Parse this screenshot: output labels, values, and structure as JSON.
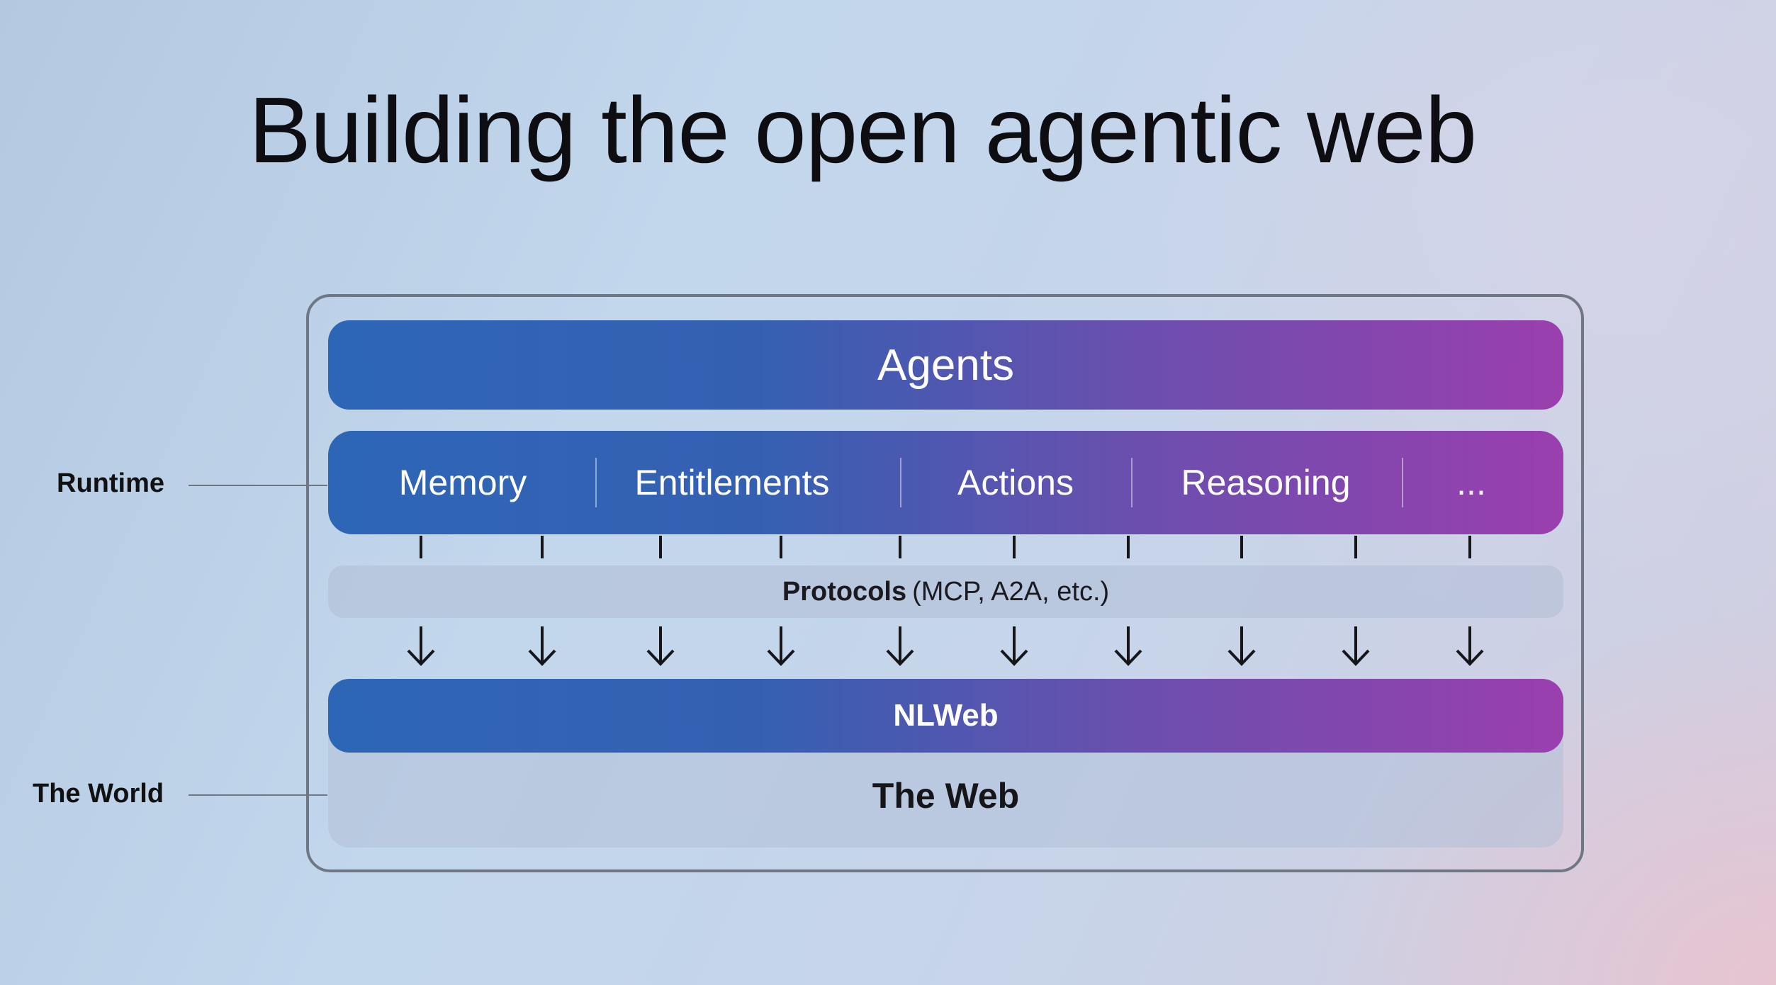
{
  "title": "Building the open agentic web",
  "labels": {
    "runtime": "Runtime",
    "world": "The World"
  },
  "layers": {
    "agents": "Agents",
    "runtime_items": [
      "Memory",
      "Entitlements",
      "Actions",
      "Reasoning",
      "..."
    ],
    "protocols_bold": "Protocols",
    "protocols_rest": "(MCP, A2A, etc.)",
    "nlweb": "NLWeb",
    "web": "The Web"
  },
  "colors": {
    "gradient_start": "#2e66b6",
    "gradient_end": "#9a3fae",
    "frame": "#6f7784"
  }
}
